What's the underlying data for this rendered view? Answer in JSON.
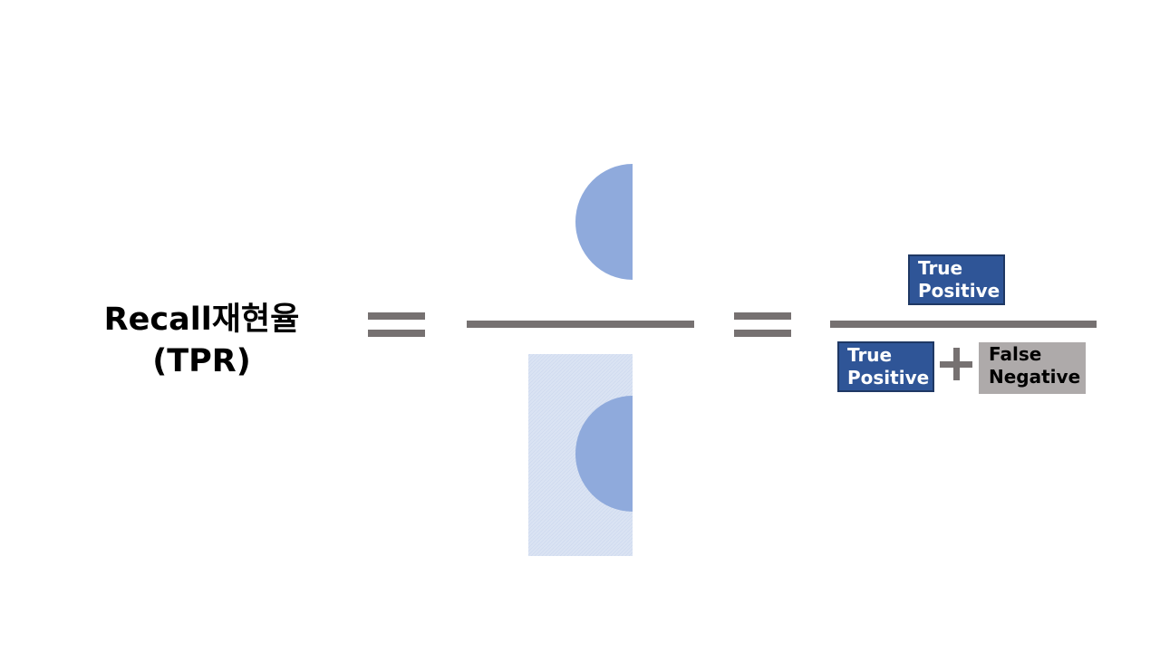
{
  "title": {
    "line1": "Recall재현율",
    "line2": "(TPR)"
  },
  "formula": {
    "numerator": {
      "box1": {
        "line1": "True",
        "line2": "Positive"
      }
    },
    "denominator": {
      "box1": {
        "line1": "True",
        "line2": "Positive"
      },
      "operator": "+",
      "box2": {
        "line1": "False",
        "line2": "Negative"
      }
    }
  },
  "colors": {
    "true_positive_fill": "#2f5597",
    "false_negative_fill": "#aeaaaa",
    "half_circle": "#8faadc",
    "rect_region": "#dae3f3",
    "line_gray": "#767171"
  },
  "icons": {
    "top_shape": "half-circle-left",
    "bottom_shape": "rectangle-with-half-circle-left",
    "equals": "equals-sign",
    "plus": "plus-sign"
  }
}
